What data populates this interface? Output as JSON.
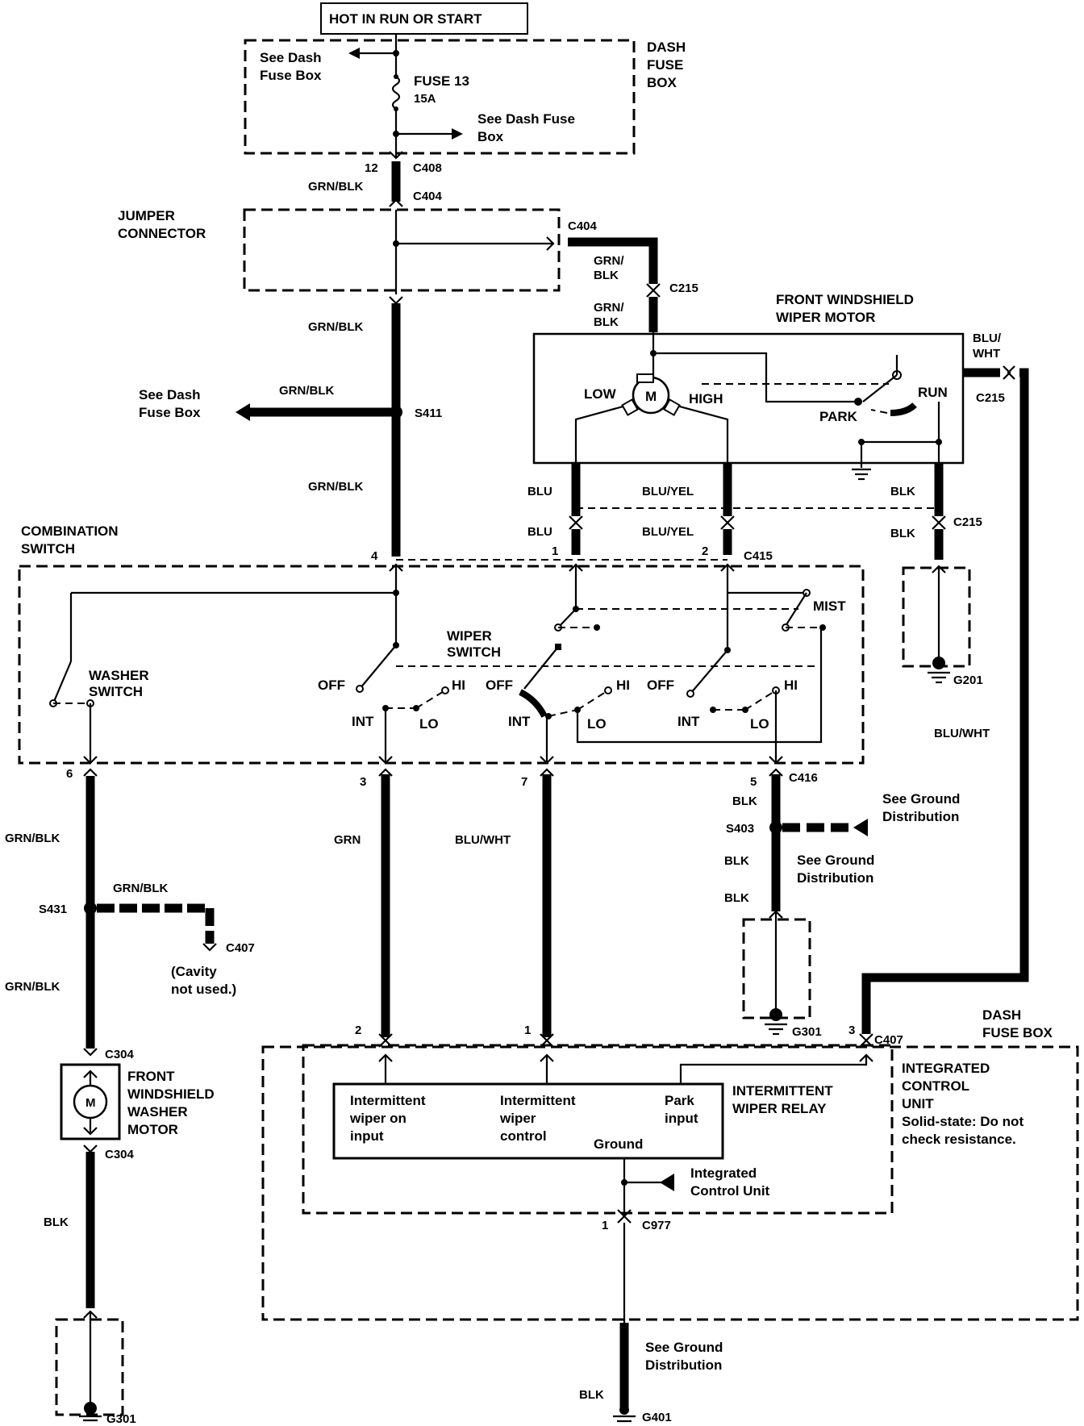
{
  "labels": {
    "power_header": "HOT IN RUN OR START",
    "dash_fuse_box_top": [
      "DASH",
      "FUSE",
      "BOX"
    ],
    "see_dash_fuse_box_1": [
      "See Dash",
      "Fuse Box"
    ],
    "fuse_name": "FUSE 13",
    "fuse_rating": "15A",
    "see_dash_fuse_box_2": [
      "See Dash Fuse",
      "Box"
    ],
    "c408_pin": "12",
    "c408": "C408",
    "grn_blk_1": "GRN/BLK",
    "c404_top": "C404",
    "jumper_connector": [
      "JUMPER",
      "CONNECTOR"
    ],
    "c404_right": "C404",
    "grn_blk_2": [
      "GRN/",
      "BLK"
    ],
    "c215_top": "C215",
    "grn_blk_3": [
      "GRN/",
      "BLK"
    ],
    "front_wiper_motor": [
      "FRONT WINDSHIELD",
      "WIPER MOTOR"
    ],
    "blu_wht_top": [
      "BLU/",
      "WHT"
    ],
    "c215_right": "C215",
    "motor_symbol": "M",
    "low": "LOW",
    "high": "HIGH",
    "run": "RUN",
    "park": "PARK",
    "grn_blk_4": "GRN/BLK",
    "see_dash_fuse_box_3": [
      "See Dash",
      "Fuse Box"
    ],
    "grn_blk_5": "GRN/BLK",
    "s411": "S411",
    "grn_blk_6": "GRN/BLK",
    "blu_1": "BLU",
    "blu_yel_1": "BLU/YEL",
    "blk_c215_1": "BLK",
    "blu_2": "BLU",
    "blu_yel_2": "BLU/YEL",
    "blk_c215_2": "BLK",
    "c215_lower": "C215",
    "combination_switch": [
      "COMBINATION",
      "SWITCH"
    ],
    "pin_4": "4",
    "pin_1": "1",
    "pin_2": "2",
    "c415": "C415",
    "mist": "MIST",
    "wiper_switch": [
      "WIPER",
      "SWITCH"
    ],
    "washer_switch": [
      "WASHER",
      "SWITCH"
    ],
    "off_1": "OFF",
    "hi_1": "HI",
    "int_1": "INT",
    "lo_1": "LO",
    "off_2": "OFF",
    "hi_2": "HI",
    "int_2": "INT",
    "lo_2": "LO",
    "off_3": "OFF",
    "hi_3": "HI",
    "int_3": "INT",
    "lo_3": "LO",
    "g201": "G201",
    "blu_wht_right": "BLU/WHT",
    "pin_6": "6",
    "pin_3": "3",
    "pin_7": "7",
    "pin_5": "5",
    "c416": "C416",
    "blk_s403_top": "BLK",
    "see_ground_distribution_1": [
      "See Ground",
      "Distribution"
    ],
    "s403": "S403",
    "blk_s403_mid": "BLK",
    "see_ground_distribution_2": [
      "See Ground",
      "Distribution"
    ],
    "blk_s403_low": "BLK",
    "grn_blk_left_1": "GRN/BLK",
    "grn_wire": "GRN",
    "blu_wht_mid": "BLU/WHT",
    "s431": "S431",
    "grn_blk_branch": "GRN/BLK",
    "c407_cavity": "C407",
    "cavity_note": [
      "(Cavity",
      "not used.)"
    ],
    "grn_blk_left_2": "GRN/BLK",
    "g301_mid": "G301",
    "icu_pin_2": "2",
    "icu_pin_1": "1",
    "icu_pin_3": "3",
    "c407": "C407",
    "dash_fuse_box_bottom": [
      "DASH",
      "FUSE BOX"
    ],
    "c304_top": "C304",
    "washer_motor": [
      "FRONT",
      "WINDSHIELD",
      "WASHER",
      "MOTOR"
    ],
    "c304_bottom": "C304",
    "relay_input_1": [
      "Intermittent",
      "wiper on",
      "input"
    ],
    "relay_input_2": [
      "Intermittent",
      "wiper",
      "control"
    ],
    "relay_input_3": [
      "Park",
      "input"
    ],
    "relay_ground": "Ground",
    "intermittent_relay": [
      "INTERMITTENT",
      "WIPER RELAY"
    ],
    "icu_title": [
      "INTEGRATED",
      "CONTROL",
      "UNIT"
    ],
    "icu_note": [
      "Solid-state: Do not",
      "check resistance."
    ],
    "integrated_control_unit_ref": [
      "Integrated",
      "Control Unit"
    ],
    "c977_pin": "1",
    "c977": "C977",
    "blk_left_bottom": "BLK",
    "see_ground_distribution_3": [
      "See Ground",
      "Distribution"
    ],
    "blk_bottom": "BLK",
    "g401": "G401",
    "g301_left": "G301"
  }
}
